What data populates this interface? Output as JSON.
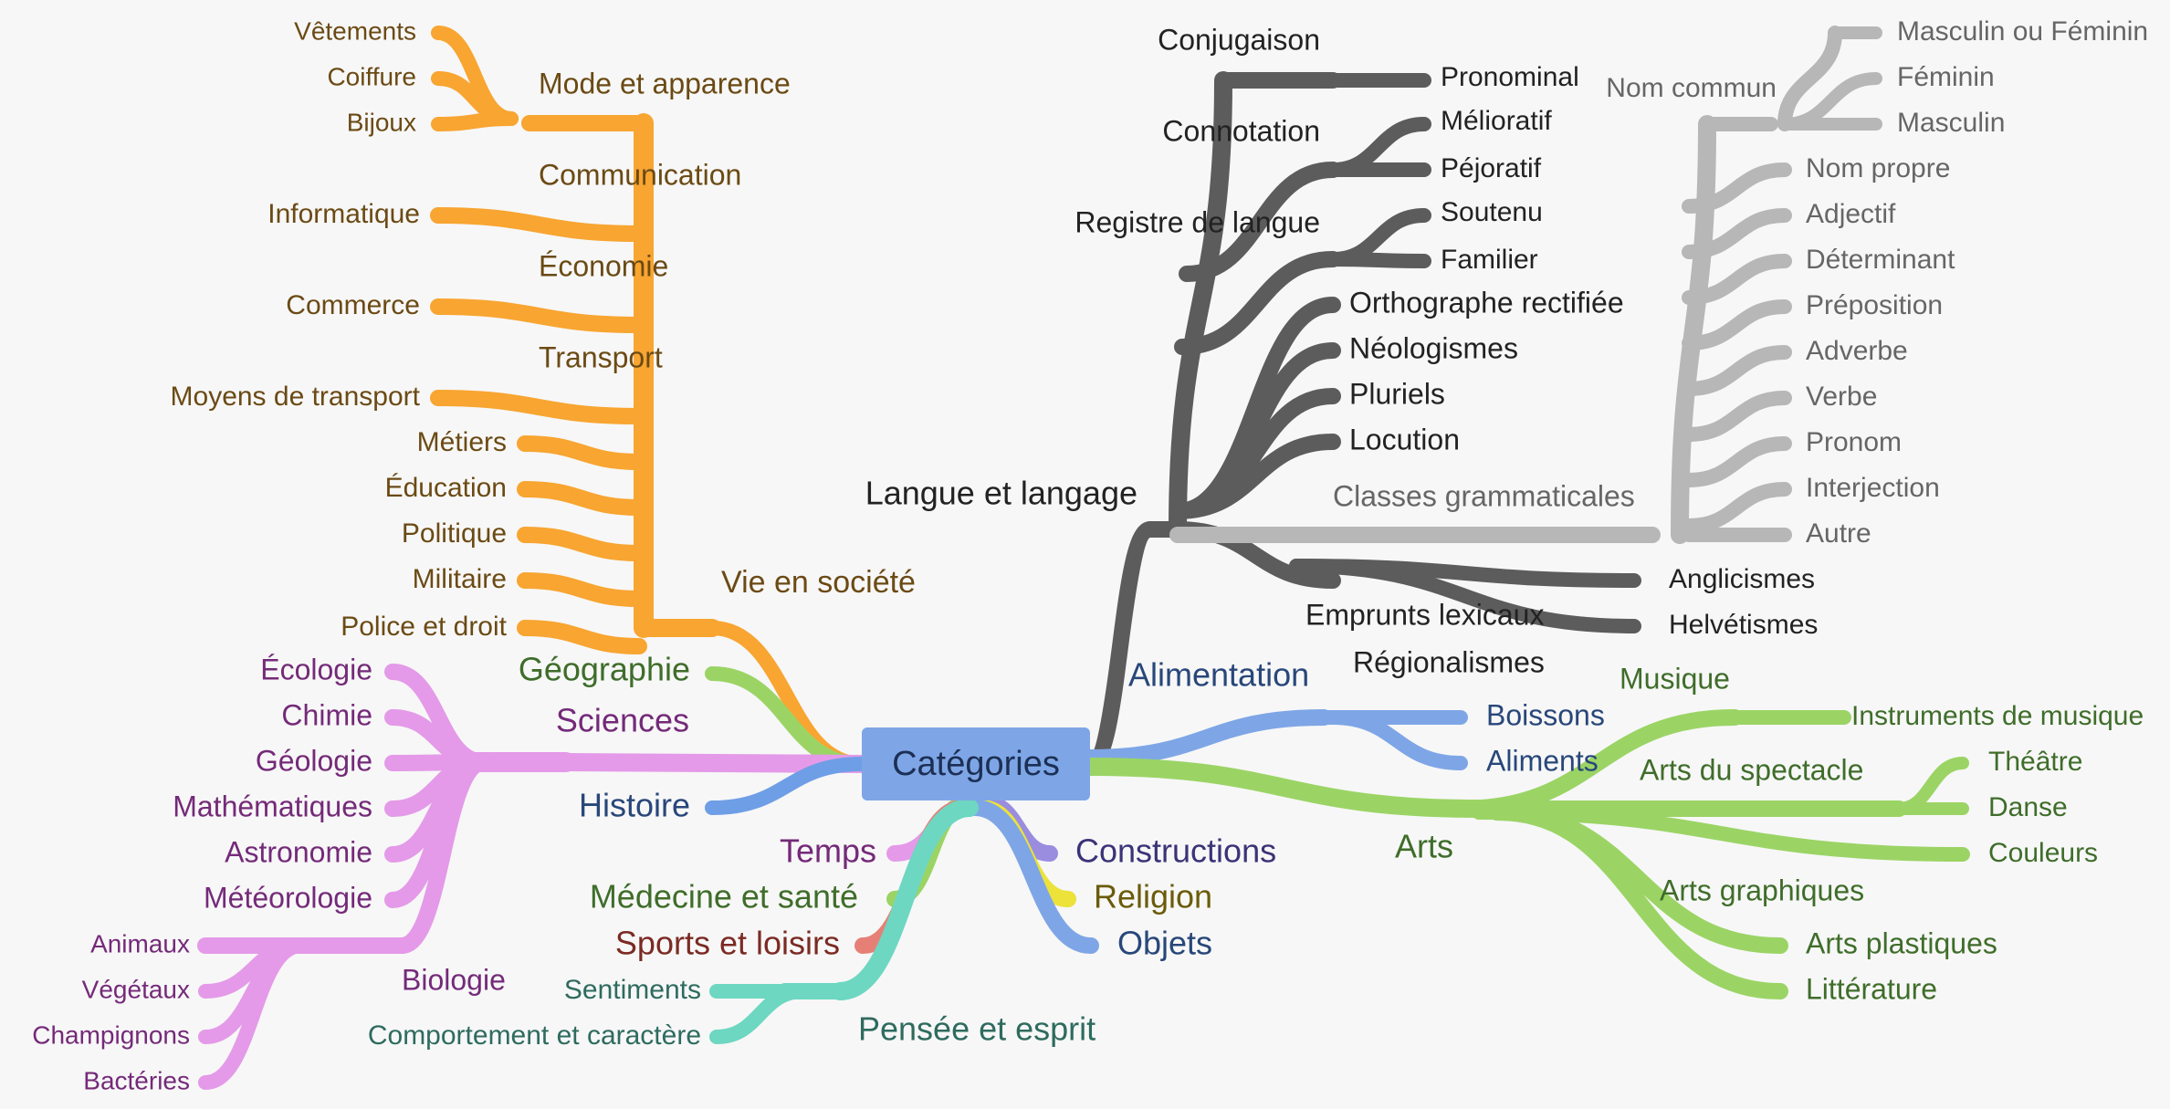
{
  "root": "Catégories",
  "colors": {
    "mode": "#f8a531",
    "lang": "#5c5c5c",
    "classes": "#b7b7b7",
    "sciences": "#e49ae8",
    "geo": "#9bd465",
    "histoire": "#6e9ee6",
    "alim": "#7ea6e6",
    "arts": "#9bd465",
    "temps": "#e49ae8",
    "construct": "#9a8ddf",
    "medecine": "#9bd465",
    "religion": "#ece23a",
    "sports": "#e68077",
    "objets": "#7ea6e6",
    "pensee": "#6dd7c1"
  },
  "left_top": {
    "vie": "Vie en société",
    "mode": "Mode et apparence",
    "vetements": "Vêtements",
    "coiffure": "Coiffure",
    "bijoux": "Bijoux",
    "communication": "Communication",
    "informatique": "Informatique",
    "economie": "Économie",
    "commerce": "Commerce",
    "transport": "Transport",
    "moyens": "Moyens de transport",
    "metiers": "Métiers",
    "education": "Éducation",
    "politique": "Politique",
    "militaire": "Militaire",
    "police": "Police et droit"
  },
  "left_mid": {
    "geographie": "Géographie",
    "sciences": "Sciences",
    "ecologie": "Écologie",
    "chimie": "Chimie",
    "geologie": "Géologie",
    "maths": "Mathématiques",
    "astronomie": "Astronomie",
    "meteorologie": "Météorologie",
    "biologie": "Biologie",
    "animaux": "Animaux",
    "vegetaux": "Végétaux",
    "champignons": "Champignons",
    "bacteries": "Bactéries",
    "histoire": "Histoire"
  },
  "bottom": {
    "temps": "Temps",
    "medecine": "Médecine et santé",
    "sports": "Sports et loisirs",
    "constructions": "Constructions",
    "religion": "Religion",
    "objets": "Objets",
    "pensee": "Pensée et esprit",
    "sentiments": "Sentiments",
    "comportement": "Comportement et caractère"
  },
  "langue": {
    "title": "Langue et langage",
    "conjugaison": "Conjugaison",
    "pronominal": "Pronominal",
    "connotation": "Connotation",
    "melioratif": "Mélioratif",
    "pejoratif": "Péjoratif",
    "registre": "Registre de langue",
    "soutenu": "Soutenu",
    "familier": "Familier",
    "orthographe": "Orthographe rectifiée",
    "neologismes": "Néologismes",
    "pluriels": "Pluriels",
    "locution": "Locution",
    "classes": "Classes grammaticales",
    "nom_commun": "Nom commun",
    "masc_fem": "Masculin ou Féminin",
    "feminin": "Féminin",
    "masculin": "Masculin",
    "nom_propre": "Nom propre",
    "adjectif": "Adjectif",
    "determinant": "Déterminant",
    "preposition": "Préposition",
    "adverbe": "Adverbe",
    "verbe": "Verbe",
    "pronom": "Pronom",
    "interjection": "Interjection",
    "autre": "Autre",
    "emprunts": "Emprunts lexicaux",
    "anglicismes": "Anglicismes",
    "helvetismes": "Helvétismes",
    "regionalismes": "Régionalismes"
  },
  "right_low": {
    "alimentation": "Alimentation",
    "boissons": "Boissons",
    "aliments": "Aliments",
    "arts": "Arts",
    "musique": "Musique",
    "instruments": "Instruments de musique",
    "spectacle": "Arts du spectacle",
    "theatre": "Théâtre",
    "danse": "Danse",
    "couleurs": "Couleurs",
    "graphiques": "Arts graphiques",
    "plastiques": "Arts plastiques",
    "litterature": "Littérature"
  }
}
